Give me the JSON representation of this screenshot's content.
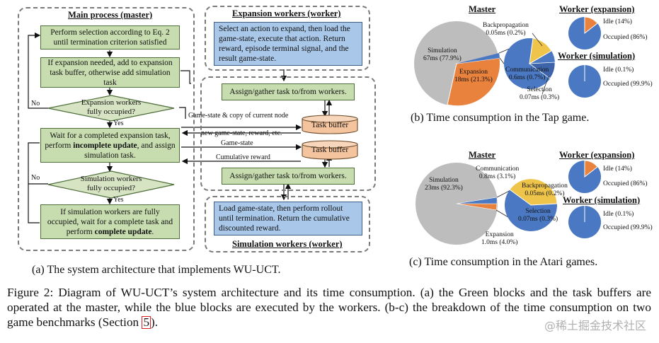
{
  "architecture": {
    "master_title": "Main process (master)",
    "expansion_title": "Expansion workers (worker)",
    "simulation_title": "Simulation workers (worker)",
    "selection": "Perform selection according to Eq. 2 until termination criterion satisfied",
    "expand_buffer": "If expansion needed, add to expansion task buffer, otherwise add simulation task",
    "diamond_exp": [
      "Expansion workers",
      "fully occupied?"
    ],
    "wait_exp": {
      "pre": "Wait for a completed expansion task, perform ",
      "bold": "incomplete update",
      "post": ", and assign simulation task."
    },
    "diamond_sim": [
      "Simulation workers",
      "fully occupied?"
    ],
    "wait_sim": {
      "pre": "If simulation workers are fully occupied, wait for a complete task and perform ",
      "bold": "complete update",
      "post": "."
    },
    "exp_worker": "Select an action to expand, then load the game-state, execute that action. Return reward, episode terminal signal, and the result game-state.",
    "assign1": "Assign/gather task to/from workers.",
    "assign2": "Assign/gather task to/from workers.",
    "task_buffer_1": "Task buffer",
    "task_buffer_2": "Task buffer",
    "sim_worker": "Load game-state, then perform rollout until termination. Return the cumulative discounted reward.",
    "edge_gamestate_copy": "Game-state & copy of current node",
    "edge_new_state": "new game-state, reward, etc.",
    "edge_gamestate": "Game-state",
    "edge_cumulative": "Cumulative reward",
    "yes1": "Yes",
    "no1": "No",
    "yes2": "Yes",
    "no2": "No"
  },
  "captions": {
    "a": "(a)  The system architecture that implements WU-UCT.",
    "b": "(b)  Time consumption in the Tap game.",
    "c": "(c)  Time consumption in the Atari games."
  },
  "figure_caption": {
    "text": "Figure 2:  Diagram of WU-UCT’s system architecture and its time consumption.  (a) the Green blocks and the task buffers are operated at the master, while the blue blocks are executed by the workers. (b-c) the breakdown of the time consumption on two game benchmarks (Section ",
    "ref": "5",
    "end": ")."
  },
  "watermark": "@稀土掘金技术社区",
  "colors": {
    "green": "#c7ddb0",
    "blue": "#a9c7e8",
    "pie_gray": "#bdbdbd",
    "pie_orange": "#e8823c",
    "pie_blue": "#4a78c2",
    "pie_yellow": "#eec54a"
  },
  "chart_data": [
    {
      "type": "pie",
      "title": "Master",
      "caption": "Time consumption in the Tap game.",
      "slices": [
        {
          "label": "Simulation",
          "value_text": "67ms (77.9%)",
          "percent": 77.9
        },
        {
          "label": "Expansion",
          "value_text": "18ms (21.3%)",
          "percent": 21.3
        }
      ],
      "detail": {
        "slices": [
          {
            "label": "Backpropagation",
            "value_text": "0.05ms (0.2%)"
          },
          {
            "label": "Communication",
            "value_text": "0.6ms (0.7%)"
          },
          {
            "label": "Selection",
            "value_text": "0.07ms (0.3%)"
          }
        ]
      },
      "workers": [
        {
          "title": "Worker (expansion)",
          "slices": [
            {
              "label": "Idle",
              "value_text": "(14%)",
              "percent": 14
            },
            {
              "label": "Occupied",
              "value_text": "(86%)",
              "percent": 86
            }
          ]
        },
        {
          "title": "Worker (simulation)",
          "slices": [
            {
              "label": "Idle",
              "value_text": "(0.1%)",
              "percent": 0.1
            },
            {
              "label": "Occupied",
              "value_text": "(99.9%)",
              "percent": 99.9
            }
          ]
        }
      ]
    },
    {
      "type": "pie",
      "title": "Master",
      "caption": "Time consumption in the Atari games.",
      "slices": [
        {
          "label": "Simulation",
          "value_text": "23ms (92.3%)",
          "percent": 92.3
        },
        {
          "label": "Expansion",
          "value_text": "1.0ms (4.0%)",
          "percent": 4.0
        },
        {
          "label": "Communication",
          "value_text": "0.8ms (3.1%)",
          "percent": 3.1
        }
      ],
      "detail": {
        "slices": [
          {
            "label": "Backpropagation",
            "value_text": "0.05ms (0.2%)"
          },
          {
            "label": "Selection",
            "value_text": "0.07ms (0.3%)"
          }
        ]
      },
      "workers": [
        {
          "title": "Worker (expansion)",
          "slices": [
            {
              "label": "Idle",
              "value_text": "(14%)",
              "percent": 14
            },
            {
              "label": "Occupied",
              "value_text": "(86%)",
              "percent": 86
            }
          ]
        },
        {
          "title": "Worker (simulation)",
          "slices": [
            {
              "label": "Idle",
              "value_text": "(0.1%)",
              "percent": 0.1
            },
            {
              "label": "Occupied",
              "value_text": "(99.9%)",
              "percent": 99.9
            }
          ]
        }
      ]
    }
  ]
}
